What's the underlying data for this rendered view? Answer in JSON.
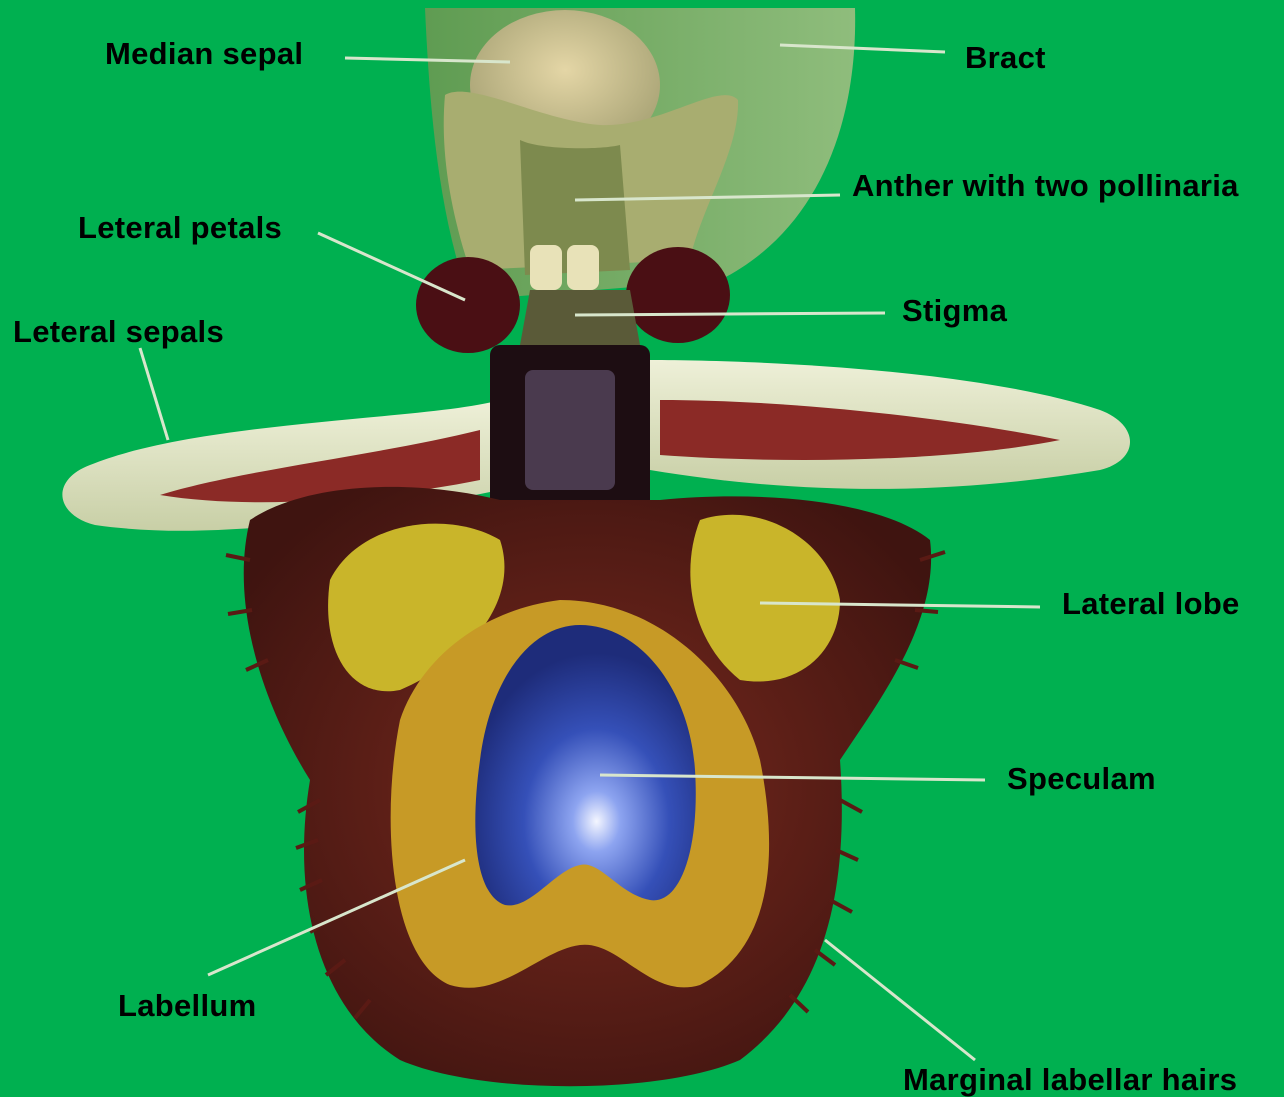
{
  "labels": {
    "median_sepal": "Median sepal",
    "bract": "Bract",
    "anther": "Anther with two pollinaria",
    "lateral_petals": "Leteral petals",
    "stigma": "Stigma",
    "lateral_sepals": "Leteral sepals",
    "lateral_lobe": "Lateral lobe",
    "speculam": "Speculam",
    "labellum": "Labellum",
    "marginal_hairs": "Marginal labellar hairs"
  },
  "colors": {
    "background": "#00b050",
    "leader_line": "#d8e6cc",
    "label_text": "#000000"
  }
}
